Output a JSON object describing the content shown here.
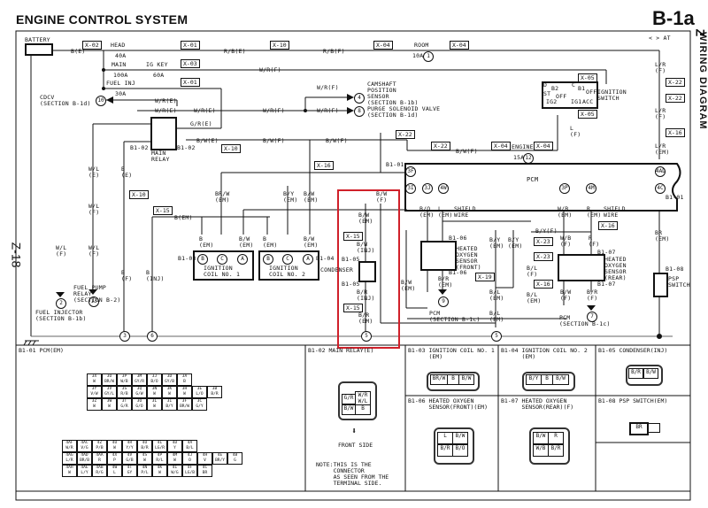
{
  "header": {
    "title": "ENGINE CONTROL SYSTEM",
    "page_code": "B-1a",
    "at_note": "< > AT",
    "side_label": "WIRING DIAGRAM",
    "side_letter": "Z",
    "left_page": "Z-18"
  },
  "components": {
    "battery": "BATTERY",
    "fuse_head": {
      "name": "HEAD",
      "rating": "40A"
    },
    "fuse_main": {
      "name": "MAIN",
      "rating": "100A"
    },
    "fuse_igkey": {
      "name": "IG KEY",
      "rating": "60A"
    },
    "fuse_fuelinj": {
      "name": "FUEL INJ",
      "rating": "30A"
    },
    "fuse_room": {
      "name": "ROOM",
      "rating": "10A",
      "num": "1"
    },
    "fuse_engine": {
      "name": "ENGINE",
      "rating": "15A",
      "num": "12"
    },
    "main_relay": "MAIN\nRELAY",
    "ignition_switch": "IGNITION\nSWITCH",
    "pcm": "PCM",
    "ign_coil1": "IGNITION\nCOIL NO. 1",
    "ign_coil2": "IGNITION\nCOIL NO. 2",
    "condenser": "CONDENSER",
    "ho2s_front": "HEATED\nOXYGEN\nSENSOR\n(FRONT)",
    "ho2s_rear": "HEATED\nOXYGEN\nSENSOR\n(REAR)",
    "psp": "PSP\nSWITCH",
    "shield1": "SHIELD\nWIRE",
    "shield2": "SHIELD\nWIRE"
  },
  "refs": {
    "cdcv": {
      "num": "10",
      "text": "CDCV\n(SECTION B-1d)"
    },
    "camshaft": {
      "num": "4",
      "text": "CAMSHAFT\nPOSITION\nSENSOR\n(SECTION B-1b)"
    },
    "purge": {
      "num": "8",
      "text": "PURGE SOLENOID VALVE\n(SECTION B-1d)"
    },
    "fuel_pump": {
      "num": "13",
      "text": "FUEL PUMP\nRELAY\n(SECTION B-2)"
    },
    "fuel_injector": {
      "num": "2",
      "text": "FUEL INJECTOR\n(SECTION B-1b)"
    },
    "pcm9": {
      "num": "9",
      "text": "PCM\n(SECTION B-1c)"
    },
    "pcm7": {
      "num": "7",
      "text": "PCM\n(SECTION B-1c)"
    },
    "g3": "3",
    "g6": "6",
    "g5a": "5",
    "g5b": "5",
    "g5c": "5"
  },
  "connectors": {
    "x02": "X-02",
    "x01a": "X-01",
    "x10a": "X-10",
    "x03": "X-03",
    "x01b": "X-01",
    "x04a": "X-04",
    "x04b": "X-04",
    "x05a": "X-05",
    "x05b": "X-05",
    "x22a": "X-22",
    "x22b": "X-22",
    "x22c": "X-22",
    "x22d": "X-22",
    "x10b": "X-10",
    "x10c": "X-10",
    "x16a": "X-16",
    "x16b": "X-16",
    "x16c": "X-16",
    "x16d": "X-16",
    "x15a": "X-15",
    "x15b": "X-15",
    "x15c": "X-15",
    "x04c": "X-04",
    "x04d": "X-04",
    "x19": "X-19",
    "x23a": "X-23",
    "x23b": "X-23"
  },
  "wire_labels": {
    "be": "B(E)",
    "rbe": "R/B(E)",
    "rbf": "R/B(F)",
    "wrf1": "W/R(F)",
    "wre1": "W/R(E)",
    "wre2": "W/R(E)",
    "wre3": "W/R(E)",
    "wrf2": "W/R(F)",
    "wrf3": "W/R(F)",
    "wrf4": "W/R(F)",
    "gre": "G/R(E)",
    "bwe": "B/W(E)",
    "bwf1": "B/W(F)",
    "bwf2": "B/W(F)",
    "bwf3": "B/W(F)",
    "wl_e": "W/L\n(E)",
    "b_e": "B\n(E)",
    "wl_f1": "W/L\n(F)",
    "wl_f2": "W/L\n(F)",
    "b_f": "B\n(F)",
    "b_inj": "B\n(INJ)",
    "bem": "B(EM)",
    "brw_em": "BR/W\n(EM)",
    "by_em": "B/Y\n(EM)",
    "bw_em1": "B/W\n(EM)",
    "bw_f": "B/W\n(F)",
    "b_em1": "B\n(EM)",
    "bw_em2": "B/W\n(EM)",
    "b_em2": "B\n(EM)",
    "bw_em3": "B/W\n(EM)",
    "bw_em4": "B/W\n(EM)",
    "bw_inj": "B/W\n(INJ)",
    "br_inj": "B/R\n(INJ)",
    "br_em1": "B/R\n(EM)",
    "bw_em5": "B/W\n(EM)",
    "bo_em": "B/O\n(EM)",
    "l_em": "L\n(EM)",
    "br_em2": "B/R\n(EM)",
    "by_em2": "B/Y\n(EM)",
    "by_em3": "B/Y\n(EM)",
    "bl_em1": "B/L\n(EM)",
    "bl_em2": "B/L\n(EM)",
    "wb_em": "W/B\n(EM)",
    "r_em": "R\n(EM)",
    "byf": "B/Y(F)",
    "wb_f": "W/B\n(F)",
    "r_f": "R\n(F)",
    "bl_f": "B/L\n(F)",
    "bl_em3": "B/L\n(EM)",
    "bw_f2": "B/W\n(F)",
    "br_f": "B/R\n(F)",
    "lr_f1": "L/R\n(F)",
    "lr_f2": "L/R\n(F)",
    "lr_em": "L/R\n(EM)",
    "l_f": "L\n(F)",
    "br_em3": "BR\n(EM)"
  },
  "pins": {
    "p3f": "3F",
    "p3i": "3I",
    "p3j": "3J",
    "p4w": "4W",
    "p3p": "3P",
    "p4m": "4M",
    "p4ad": "4AD",
    "p4c": "4C",
    "coil_b": "B",
    "coil_c": "C",
    "coil_a": "A",
    "b101a": "B1-01",
    "b101b": "B1-01",
    "b102a": "B1-02",
    "b102b": "B1-02",
    "b103": "B1-03",
    "b104": "B1-04",
    "b105a": "B1-05",
    "b105b": "B1-05",
    "b106a": "B1-06",
    "b106b": "B1-06",
    "b107a": "B1-07",
    "b107b": "B1-07",
    "b108": "B1-08",
    "ign_d": "D",
    "ign_c": "C",
    "ign_b2": "B2",
    "ign_b1": "B1",
    "ign_st": "ST",
    "ign_off1": "OFF",
    "ign_off2": "OFF",
    "ign_ig2": "IG2",
    "ign_ig1": "IG1",
    "ign_acc": "ACC"
  },
  "panels": {
    "pcm": {
      "title": "B1-01 PCM(EM)",
      "row1": [
        [
          "3X",
          "W"
        ],
        [
          "3U",
          "BR/W"
        ],
        [
          "3P",
          "W/B"
        ],
        [
          "3M",
          "GY/R"
        ],
        [
          "3J",
          "B/O"
        ],
        [
          "3D",
          "GY/B"
        ],
        [
          "3A",
          "B"
        ]
      ],
      "row2": [
        [
          "3Y",
          "V/W"
        ],
        [
          "3V",
          "GY/L"
        ],
        [
          "3S",
          "R/B"
        ],
        [
          "3Q",
          "G/W"
        ],
        [
          "3N",
          "W"
        ],
        [
          "3K",
          "W"
        ],
        [
          "3H",
          "W"
        ],
        [
          "3E",
          "L/O"
        ],
        [
          "3B",
          "B/R"
        ]
      ],
      "row3": [
        [
          "3Z",
          "W"
        ],
        [
          "3W",
          "W"
        ],
        [
          "3T",
          "G/R"
        ],
        [
          "3O",
          "G/O"
        ],
        [
          "3L",
          "W"
        ],
        [
          "3I",
          "B/Y"
        ],
        [
          "3F",
          "BR/W"
        ],
        [
          "3C",
          "G/Y"
        ]
      ],
      "row4": [
        [
          "4AF",
          "W/R"
        ],
        [
          "4AC",
          "V/G"
        ],
        [
          "4Z",
          "P/B"
        ],
        [
          "4U",
          "W"
        ],
        [
          "4R",
          "Y/Y"
        ],
        [
          "4O",
          "B/R"
        ],
        [
          "4L",
          "LG/R"
        ],
        [
          "4D",
          "Y"
        ],
        [
          "4A",
          "B/L"
        ]
      ],
      "row5": [
        [
          "4AG",
          "L/R"
        ],
        [
          "4AD",
          "BR/B"
        ],
        [
          "4AA",
          "R"
        ],
        [
          "4X",
          "P"
        ],
        [
          "4V",
          "G/B"
        ],
        [
          "4S",
          "W"
        ],
        [
          "4P",
          "R/L"
        ],
        [
          "4M",
          "W"
        ],
        [
          "4J",
          "O"
        ],
        [
          "4H",
          "V"
        ],
        [
          "4E",
          "BR/Y"
        ],
        [
          "4B",
          "G"
        ]
      ],
      "row6": [
        [
          "4AH",
          "W"
        ],
        [
          "4AE",
          "L/Y"
        ],
        [
          "4AB",
          "R/G"
        ],
        [
          "4W",
          "L"
        ],
        [
          "4T",
          "GY"
        ],
        [
          "4N",
          "P/L"
        ],
        [
          "4K",
          "W"
        ],
        [
          "4I",
          "W/G"
        ],
        [
          "4F",
          "LG/B"
        ],
        [
          "4C",
          "BR"
        ]
      ]
    },
    "main_relay": {
      "title": "B1-02 MAIN RELAY(E)",
      "pins": [
        "G/R",
        "W/R\nW/L",
        "B/W",
        "B"
      ],
      "front_side": "FRONT SIDE",
      "note": "NOTE:THIS IS THE\n     CONNECTOR\n     AS SEEN FROM THE\n     TERMINAL SIDE."
    },
    "coil1": {
      "title": "B1-03 IGNITION COIL NO. 1\n      (EM)",
      "letters": [
        "C",
        "B",
        "A"
      ],
      "pins": [
        "BR/W",
        "B",
        "B/W"
      ]
    },
    "coil2": {
      "title": "B1-04 IGNITION COIL NO. 2\n      (EM)",
      "letters": [
        "C",
        "B",
        "A"
      ],
      "pins": [
        "B/Y",
        "B",
        "B/W"
      ]
    },
    "condenser": {
      "title": "B1-05 CONDENSER(INJ)",
      "pins": [
        "B/R",
        "B/W"
      ]
    },
    "ho2s_front": {
      "title": "B1-06 HEATED OXYGEN\n      SENSOR(FRONT)(EM)",
      "pins": [
        "L",
        "B/W",
        "B/R",
        "B/O"
      ]
    },
    "ho2s_rear": {
      "title": "B1-07 HEATED OXYGEN\n      SENSOR(REAR)(F)",
      "pins": [
        "B/W",
        "R",
        "W/B",
        "B/R"
      ]
    },
    "psp": {
      "title": "B1-08 PSP SWITCH(EM)",
      "pins": [
        "BR"
      ]
    }
  },
  "highlight_color": "#d0202a"
}
